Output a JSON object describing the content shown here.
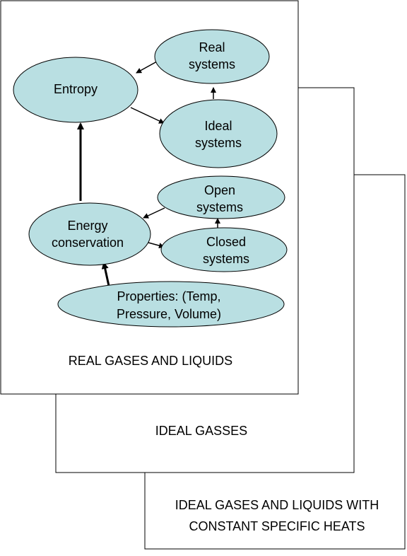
{
  "panels": {
    "back": {
      "line1": "IDEAL GASES AND LIQUIDS WITH",
      "line2": "CONSTANT SPECIFIC HEATS"
    },
    "middle": {
      "label": "IDEAL GASSES"
    },
    "front": {
      "label": "REAL GASES AND  LIQUIDS"
    }
  },
  "nodes": {
    "real_systems": {
      "line1": "Real",
      "line2": "systems"
    },
    "entropy": {
      "label": "Entropy"
    },
    "ideal_systems": {
      "line1": "Ideal",
      "line2": "systems"
    },
    "open_systems": {
      "line1": "Open",
      "line2": "systems"
    },
    "energy_conservation": {
      "line1": "Energy",
      "line2": "conservation"
    },
    "closed_systems": {
      "line1": "Closed",
      "line2": "systems"
    },
    "properties": {
      "line1": "Properties: (Temp,",
      "line2": "Pressure, Volume)"
    }
  },
  "colors": {
    "node_fill": "#b9dfe2",
    "stroke": "#000000",
    "background": "#ffffff"
  }
}
